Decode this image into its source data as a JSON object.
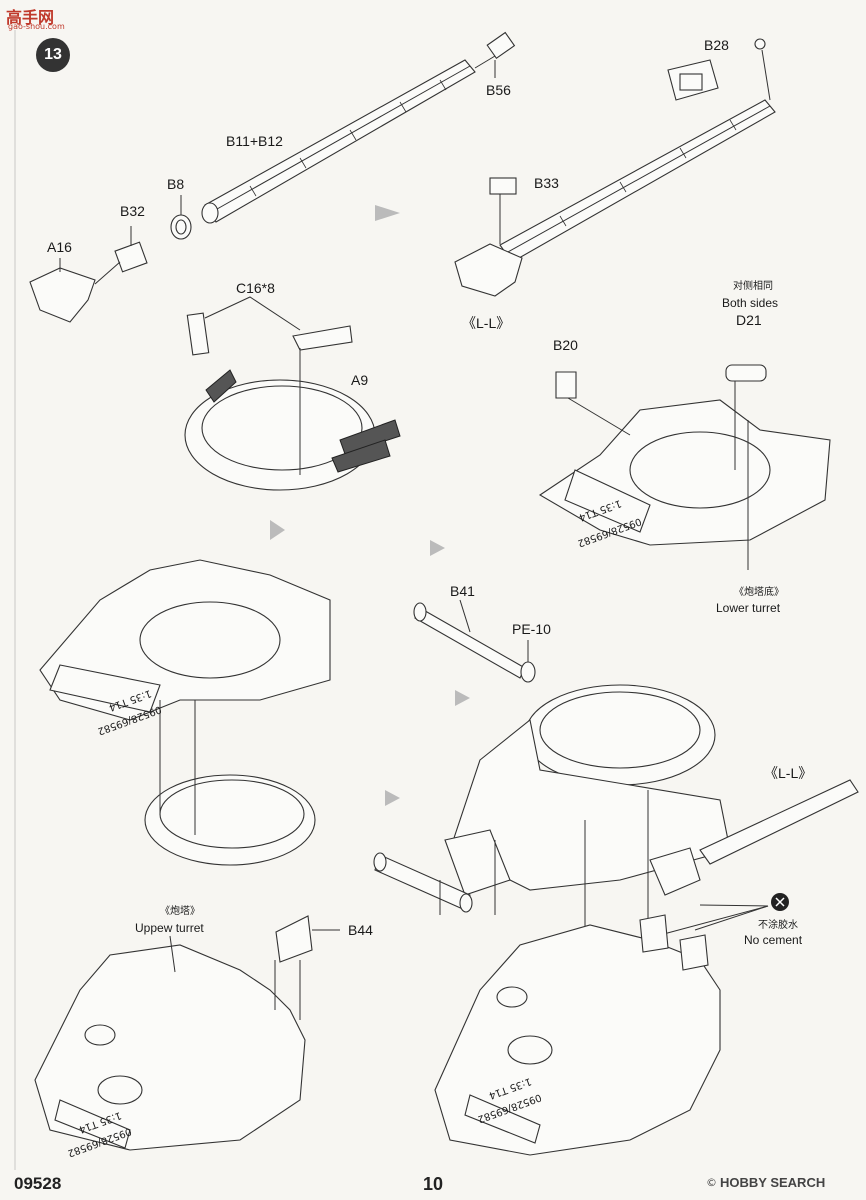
{
  "step_number": "13",
  "watermark_top_left": {
    "text": "高手网",
    "subtext": "gao-shou.com"
  },
  "watermark_bottom_right": {
    "prefix": "©",
    "text": "HOBBY SEARCH"
  },
  "footer": {
    "kit_number": "09528",
    "page_number": "10"
  },
  "labels": {
    "b56": "B56",
    "b11_b12": "B11+B12",
    "b8": "B8",
    "b32": "B32",
    "a16": "A16",
    "b28": "B28",
    "b33": "B33",
    "c16": "C16*8",
    "a9": "A9",
    "ll_top": "《L-L》",
    "both_sides_cn": "对侧相同",
    "both_sides_en": "Both sides",
    "d21": "D21",
    "b20": "B20",
    "lower_turret_cn": "《炮塔底》",
    "lower_turret_en": "Lower turret",
    "b41": "B41",
    "pe10": "PE-10",
    "ll_right": "《L-L》",
    "upper_turret_cn": "《炮塔》",
    "upper_turret_en": "Uppew turret",
    "b44": "B44",
    "no_cement_cn": "不涂胶水",
    "no_cement_en": "No cement",
    "plate_text_a": "1:35 T14",
    "plate_text_b": "09528/69582"
  }
}
